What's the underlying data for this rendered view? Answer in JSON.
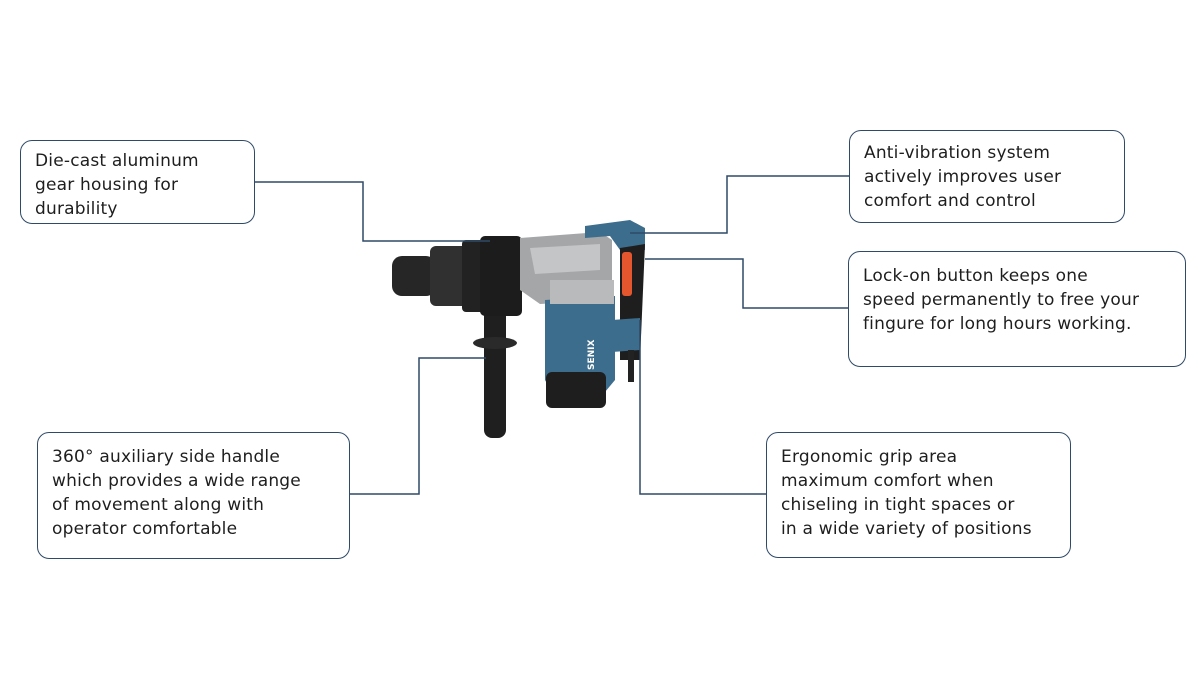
{
  "colors": {
    "line": "#2f4a68",
    "tool_body": "#3d6d8c",
    "accent": "#e4572e"
  },
  "product": {
    "brand": "SENIX"
  },
  "callouts": [
    {
      "id": "gear-housing",
      "lines": [
        "Die-cast aluminum",
        "gear housing for",
        "durability"
      ]
    },
    {
      "id": "anti-vibration",
      "lines": [
        "Anti-vibration system",
        "actively improves user",
        "comfort and control"
      ]
    },
    {
      "id": "lock-on",
      "lines": [
        "Lock-on button keeps one",
        "speed permanently to free your",
        "fingure for long hours working."
      ]
    },
    {
      "id": "side-handle",
      "lines": [
        "360° auxiliary side handle",
        "which provides a wide range",
        "of movement along with",
        "operator comfortable"
      ]
    },
    {
      "id": "ergonomic-grip",
      "lines": [
        "Ergonomic grip area",
        "maximum comfort when",
        "chiseling in tight spaces or",
        "in a wide variety of positions"
      ]
    }
  ]
}
